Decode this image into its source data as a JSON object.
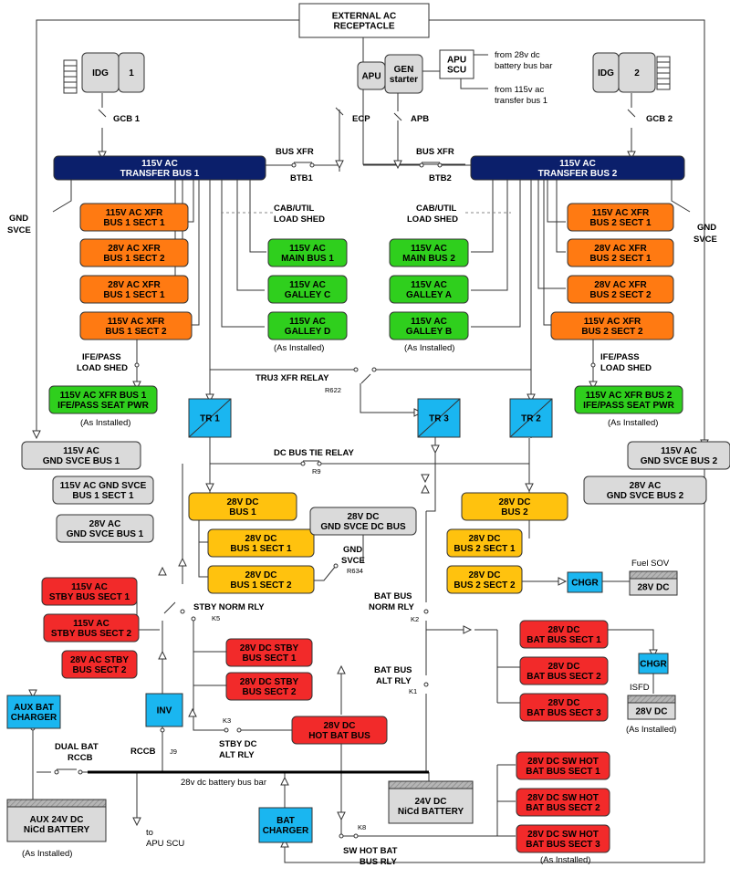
{
  "colors": {
    "navy": "#0b1f6b",
    "orange": "#ff7a12",
    "green": "#2fcf1d",
    "gray": "#dadada",
    "yellow": "#ffc20e",
    "red": "#f22a2a",
    "cyan": "#1ab6f0"
  },
  "boxes": [
    {
      "id": "ext-ac-receptacle",
      "lines": [
        "EXTERNAL AC",
        "RECEPTACLE"
      ],
      "style": "white"
    },
    {
      "id": "idg-1-label",
      "lines": [
        "IDG"
      ],
      "style": "gray"
    },
    {
      "id": "idg-1-number",
      "lines": [
        "1"
      ],
      "style": "gray"
    },
    {
      "id": "idg-2-label",
      "lines": [
        "IDG"
      ],
      "style": "gray"
    },
    {
      "id": "idg-2-number",
      "lines": [
        "2"
      ],
      "style": "gray"
    },
    {
      "id": "apu",
      "lines": [
        "APU"
      ],
      "style": "gray"
    },
    {
      "id": "apu-gen",
      "lines": [
        "GEN",
        "starter"
      ],
      "style": "gray"
    },
    {
      "id": "apu-scu",
      "lines": [
        "APU",
        "SCU"
      ],
      "style": "white"
    },
    {
      "id": "transfer-bus-1",
      "lines": [
        "115V AC",
        "TRANSFER BUS 1"
      ],
      "style": "navy"
    },
    {
      "id": "transfer-bus-2",
      "lines": [
        "115V AC",
        "TRANSFER BUS 2"
      ],
      "style": "navy"
    },
    {
      "id": "xfr-bus-1-sect-1-115",
      "lines": [
        "115V AC XFR",
        "BUS 1 SECT 1"
      ],
      "style": "orange"
    },
    {
      "id": "xfr-bus-1-sect-2-28",
      "lines": [
        "28V AC XFR",
        "BUS 1 SECT 2"
      ],
      "style": "orange"
    },
    {
      "id": "xfr-bus-1-sect-1-28",
      "lines": [
        "28V AC XFR",
        "BUS 1 SECT 1"
      ],
      "style": "orange"
    },
    {
      "id": "xfr-bus-1-sect-2-115",
      "lines": [
        "115V AC XFR",
        "BUS 1 SECT 2"
      ],
      "style": "orange"
    },
    {
      "id": "xfr-bus-2-sect-1-115",
      "lines": [
        "115V AC XFR",
        "BUS 2 SECT 1"
      ],
      "style": "orange"
    },
    {
      "id": "xfr-bus-2-sect-1-28",
      "lines": [
        "28V AC XFR",
        "BUS 2 SECT 1"
      ],
      "style": "orange"
    },
    {
      "id": "xfr-bus-2-sect-2-28",
      "lines": [
        "28V AC XFR",
        "BUS 2 SECT 2"
      ],
      "style": "orange"
    },
    {
      "id": "xfr-bus-2-sect-2-115",
      "lines": [
        "115V AC XFR",
        "BUS 2 SECT 2"
      ],
      "style": "orange"
    },
    {
      "id": "main-bus-1",
      "lines": [
        "115V AC",
        "MAIN BUS 1"
      ],
      "style": "green"
    },
    {
      "id": "galley-c",
      "lines": [
        "115V AC",
        "GALLEY C"
      ],
      "style": "green"
    },
    {
      "id": "galley-d",
      "lines": [
        "115V AC",
        "GALLEY D"
      ],
      "style": "green"
    },
    {
      "id": "main-bus-2",
      "lines": [
        "115V AC",
        "MAIN BUS 2"
      ],
      "style": "green"
    },
    {
      "id": "galley-a",
      "lines": [
        "115V AC",
        "GALLEY A"
      ],
      "style": "green"
    },
    {
      "id": "galley-b",
      "lines": [
        "115V AC",
        "GALLEY B"
      ],
      "style": "green"
    },
    {
      "id": "ife-seat-pwr-1",
      "lines": [
        "115V AC XFR BUS 1",
        "IFE/PASS SEAT PWR"
      ],
      "style": "green"
    },
    {
      "id": "ife-seat-pwr-2",
      "lines": [
        "115V AC XFR BUS 2",
        "IFE/PASS SEAT PWR"
      ],
      "style": "green"
    },
    {
      "id": "tr-1",
      "lines": [
        "TR 1"
      ],
      "style": "cyan"
    },
    {
      "id": "tr-3",
      "lines": [
        "TR 3"
      ],
      "style": "cyan"
    },
    {
      "id": "tr-2",
      "lines": [
        "TR 2"
      ],
      "style": "cyan"
    },
    {
      "id": "gnd-svce-bus-1",
      "lines": [
        "115V AC",
        "GND SVCE BUS 1"
      ],
      "style": "gray"
    },
    {
      "id": "gnd-svce-bus-1-sect-1",
      "lines": [
        "115V AC GND SVCE",
        "BUS 1 SECT 1"
      ],
      "style": "gray"
    },
    {
      "id": "gnd-svce-bus-1-28",
      "lines": [
        "28V AC",
        "GND SVCE BUS 1"
      ],
      "style": "gray"
    },
    {
      "id": "gnd-svce-bus-2",
      "lines": [
        "115V AC",
        "GND SVCE BUS 2"
      ],
      "style": "gray"
    },
    {
      "id": "gnd-svce-bus-2-28",
      "lines": [
        "28V AC",
        "GND SVCE BUS 2"
      ],
      "style": "gray"
    },
    {
      "id": "dc-bus-1",
      "lines": [
        "28V DC",
        "BUS 1"
      ],
      "style": "yellow"
    },
    {
      "id": "dc-bus-1-sect-1",
      "lines": [
        "28V DC",
        "BUS 1 SECT 1"
      ],
      "style": "yellow"
    },
    {
      "id": "dc-bus-1-sect-2",
      "lines": [
        "28V DC",
        "BUS 1 SECT 2"
      ],
      "style": "yellow"
    },
    {
      "id": "gnd-svce-dc-bus",
      "lines": [
        "28V DC",
        "GND SVCE DC BUS"
      ],
      "style": "gray"
    },
    {
      "id": "dc-bus-2",
      "lines": [
        "28V DC",
        "BUS 2"
      ],
      "style": "yellow"
    },
    {
      "id": "dc-bus-2-sect-1",
      "lines": [
        "28V DC",
        "BUS 2 SECT 1"
      ],
      "style": "yellow"
    },
    {
      "id": "dc-bus-2-sect-2",
      "lines": [
        "28V DC",
        "BUS 2 SECT 2"
      ],
      "style": "yellow"
    },
    {
      "id": "chgr-fuel",
      "lines": [
        "CHGR"
      ],
      "style": "cyan"
    },
    {
      "id": "fuel-sov-battery",
      "lines": [
        "28V DC"
      ],
      "style": "battery"
    },
    {
      "id": "stby-bus-sect-1",
      "lines": [
        "115V AC",
        "STBY BUS SECT 1"
      ],
      "style": "red"
    },
    {
      "id": "stby-bus-sect-2",
      "lines": [
        "115V AC",
        "STBY BUS SECT 2"
      ],
      "style": "red"
    },
    {
      "id": "ac-stby-bus-sect-2-28",
      "lines": [
        "28V AC STBY",
        "BUS SECT 2"
      ],
      "style": "red"
    },
    {
      "id": "dc-stby-sect-1",
      "lines": [
        "28V DC STBY",
        "BUS SECT 1"
      ],
      "style": "red"
    },
    {
      "id": "dc-stby-sect-2",
      "lines": [
        "28V DC STBY",
        "BUS SECT 2"
      ],
      "style": "red"
    },
    {
      "id": "hot-bat-bus",
      "lines": [
        "28V DC",
        "HOT BAT BUS"
      ],
      "style": "red"
    },
    {
      "id": "bat-bus-sect-1",
      "lines": [
        "28V DC",
        "BAT BUS SECT 1"
      ],
      "style": "red"
    },
    {
      "id": "bat-bus-sect-2",
      "lines": [
        "28V DC",
        "BAT BUS SECT 2"
      ],
      "style": "red"
    },
    {
      "id": "bat-bus-sect-3",
      "lines": [
        "28V DC",
        "BAT BUS SECT 3"
      ],
      "style": "red"
    },
    {
      "id": "chgr-isfd",
      "lines": [
        "CHGR"
      ],
      "style": "cyan"
    },
    {
      "id": "isfd-battery",
      "lines": [
        "28V DC"
      ],
      "style": "battery"
    },
    {
      "id": "sw-hot-sect-1",
      "lines": [
        "28V DC SW HOT",
        "BAT BUS SECT 1"
      ],
      "style": "red"
    },
    {
      "id": "sw-hot-sect-2",
      "lines": [
        "28V DC SW HOT",
        "BAT BUS SECT 2"
      ],
      "style": "red"
    },
    {
      "id": "sw-hot-sect-3",
      "lines": [
        "28V DC SW HOT",
        "BAT BUS SECT 3"
      ],
      "style": "red"
    },
    {
      "id": "aux-bat-charger",
      "lines": [
        "AUX BAT",
        "CHARGER"
      ],
      "style": "cyan"
    },
    {
      "id": "inv",
      "lines": [
        "INV"
      ],
      "style": "cyan"
    },
    {
      "id": "bat-charger",
      "lines": [
        "BAT",
        "CHARGER"
      ],
      "style": "cyan"
    },
    {
      "id": "aux-nicd-battery",
      "lines": [
        "AUX  24V DC",
        "NiCd  BATTERY"
      ],
      "style": "battery"
    },
    {
      "id": "nicd-battery",
      "lines": [
        "24V DC",
        "NiCd  BATTERY"
      ],
      "style": "battery"
    }
  ],
  "labels": [
    {
      "id": "apu-scu-src-28",
      "text": "from 28v dc",
      "cls": "note"
    },
    {
      "id": "apu-scu-src-28b",
      "text": "battery bus bar",
      "cls": "note"
    },
    {
      "id": "apu-scu-src-115",
      "text": "from 115v ac",
      "cls": "note"
    },
    {
      "id": "apu-scu-src-115b",
      "text": "transfer bus 1",
      "cls": "note"
    },
    {
      "id": "gcb-1",
      "text": "GCB 1",
      "cls": "lbl"
    },
    {
      "id": "gcb-2",
      "text": "GCB 2",
      "cls": "lbl"
    },
    {
      "id": "ecp",
      "text": "ECP",
      "cls": "lbl"
    },
    {
      "id": "apb",
      "text": "APB",
      "cls": "lbl"
    },
    {
      "id": "bus-xfr-1",
      "text": "BUS XFR",
      "cls": "lbl"
    },
    {
      "id": "bus-xfr-2",
      "text": "BUS XFR",
      "cls": "lbl"
    },
    {
      "id": "btb1",
      "text": "BTB1",
      "cls": "lbl"
    },
    {
      "id": "btb2",
      "text": "BTB2",
      "cls": "lbl"
    },
    {
      "id": "gnd-svce-left-a",
      "text": "GND",
      "cls": "lbl"
    },
    {
      "id": "gnd-svce-left-b",
      "text": "SVCE",
      "cls": "lbl"
    },
    {
      "id": "gnd-svce-right-a",
      "text": "GND",
      "cls": "lbl"
    },
    {
      "id": "gnd-svce-right-b",
      "text": "SVCE",
      "cls": "lbl"
    },
    {
      "id": "cab-util-1a",
      "text": "CAB/UTIL",
      "cls": "lbl"
    },
    {
      "id": "cab-util-1b",
      "text": "LOAD SHED",
      "cls": "lbl"
    },
    {
      "id": "cab-util-2a",
      "text": "CAB/UTIL",
      "cls": "lbl"
    },
    {
      "id": "cab-util-2b",
      "text": "LOAD SHED",
      "cls": "lbl"
    },
    {
      "id": "as-installed-d",
      "text": "(As Installed)",
      "cls": "note"
    },
    {
      "id": "as-installed-b",
      "text": "(As Installed)",
      "cls": "note"
    },
    {
      "id": "ife-shed-1a",
      "text": "IFE/PASS",
      "cls": "lbl"
    },
    {
      "id": "ife-shed-1b",
      "text": "LOAD SHED",
      "cls": "lbl"
    },
    {
      "id": "ife-shed-2a",
      "text": "IFE/PASS",
      "cls": "lbl"
    },
    {
      "id": "ife-shed-2b",
      "text": "LOAD SHED",
      "cls": "lbl"
    },
    {
      "id": "as-installed-ife1",
      "text": "(As Installed)",
      "cls": "note"
    },
    {
      "id": "as-installed-ife2",
      "text": "(As Installed)",
      "cls": "note"
    },
    {
      "id": "tru3-relay",
      "text": "TRU3 XFR RELAY",
      "cls": "lbl"
    },
    {
      "id": "r622",
      "text": "R622",
      "cls": "sm"
    },
    {
      "id": "dc-bus-tie",
      "text": "DC BUS TIE RELAY",
      "cls": "lbl"
    },
    {
      "id": "r9",
      "text": "R9",
      "cls": "sm"
    },
    {
      "id": "gnd-svce-dc-a",
      "text": "GND",
      "cls": "lbl"
    },
    {
      "id": "gnd-svce-dc-b",
      "text": "SVCE",
      "cls": "lbl"
    },
    {
      "id": "r634",
      "text": "R634",
      "cls": "sm"
    },
    {
      "id": "fuel-sov",
      "text": "Fuel SOV",
      "cls": "note"
    },
    {
      "id": "stby-norm-rly",
      "text": "STBY NORM RLY",
      "cls": "lbl"
    },
    {
      "id": "k5",
      "text": "K5",
      "cls": "sm"
    },
    {
      "id": "bat-bus-norm-a",
      "text": "BAT BUS",
      "cls": "lbl"
    },
    {
      "id": "bat-bus-norm-b",
      "text": "NORM RLY",
      "cls": "lbl"
    },
    {
      "id": "k2",
      "text": "K2",
      "cls": "sm"
    },
    {
      "id": "bat-bus-alt-a",
      "text": "BAT BUS",
      "cls": "lbl"
    },
    {
      "id": "bat-bus-alt-b",
      "text": "ALT RLY",
      "cls": "lbl"
    },
    {
      "id": "k1",
      "text": "K1",
      "cls": "sm"
    },
    {
      "id": "isfd",
      "text": "ISFD",
      "cls": "note"
    },
    {
      "id": "as-installed-isfd",
      "text": "(As Installed)",
      "cls": "note"
    },
    {
      "id": "k3",
      "text": "K3",
      "cls": "sm"
    },
    {
      "id": "stby-dc-alt-a",
      "text": "STBY DC",
      "cls": "lbl"
    },
    {
      "id": "stby-dc-alt-b",
      "text": "ALT RLY",
      "cls": "lbl"
    },
    {
      "id": "rccb",
      "text": "RCCB",
      "cls": "lbl"
    },
    {
      "id": "j9",
      "text": "J9",
      "cls": "sm"
    },
    {
      "id": "dual-bat-a",
      "text": "DUAL BAT",
      "cls": "lbl"
    },
    {
      "id": "dual-bat-b",
      "text": "RCCB",
      "cls": "lbl"
    },
    {
      "id": "battery-bus-bar",
      "text": "28v dc battery bus bar",
      "cls": "note"
    },
    {
      "id": "to-apu-scu-a",
      "text": "to",
      "cls": "note"
    },
    {
      "id": "to-apu-scu-b",
      "text": "APU SCU",
      "cls": "note"
    },
    {
      "id": "as-installed-aux",
      "text": "(As Installed)",
      "cls": "note"
    },
    {
      "id": "k8",
      "text": "K8",
      "cls": "sm"
    },
    {
      "id": "sw-hot-rly-a",
      "text": "SW HOT BAT",
      "cls": "lbl"
    },
    {
      "id": "sw-hot-rly-b",
      "text": "BUS RLY",
      "cls": "lbl"
    },
    {
      "id": "as-installed-swhot",
      "text": "(As Installed)",
      "cls": "note"
    }
  ]
}
